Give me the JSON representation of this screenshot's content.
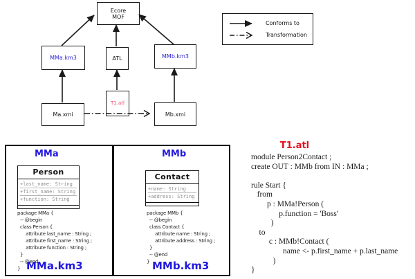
{
  "colors": {
    "blue_label": "#2a22d6",
    "blue_title": "#2219dd",
    "red_box_label": "#ee4766",
    "red_code_title": "#e60d1c",
    "attr_gray": "#8f8f8f",
    "line_black": "#1a1a1a"
  },
  "diagram": {
    "nodes": {
      "ecore": {
        "line1": "Ecore",
        "line2": "MOF"
      },
      "mma_km3": "MMa.km3",
      "atl": "ATL",
      "mmb_km3": "MMb.km3",
      "ma_xmi": "Ma.xmi",
      "t1_atl": "T1.atl",
      "mb_xmi": "Mb.xmi"
    }
  },
  "legend": {
    "conforms_label": "Conforms to",
    "transformation_label": "Transformation"
  },
  "panel": {
    "mma": {
      "title": "MMa",
      "class_name": "Person",
      "attributes": [
        "+last_name: String",
        "+first_name: String",
        "+function: String"
      ],
      "code": "package MMa {\n  -- @begin\n  class Person {\n      attribute last_name : String ;\n      attribute first_name : String ;\n      attribute function : String ;\n  }\n  -- @end\n}",
      "file_label": "MMa.km3"
    },
    "mmb": {
      "title": "MMb",
      "class_name": "Contact",
      "attributes": [
        "+name: String",
        "+address: String"
      ],
      "code": "package MMb {\n  -- @begin\n  class Contact {\n      attribute name : String ;\n      attribute address : String ;\n  }\n  -- @end\n}",
      "file_label": "MMb.km3"
    }
  },
  "atl": {
    "title": "T1.atl",
    "code": "module Person2Contact ;\ncreate OUT : MMb from IN : MMa ;\n\nrule Start {\n   from\n        p : MMa!Person (\n              p.function = 'Boss'\n          )\n    to\n         c : MMb!Contact (\n                name <- p.first_name + p.last_name\n           )\n}"
  }
}
